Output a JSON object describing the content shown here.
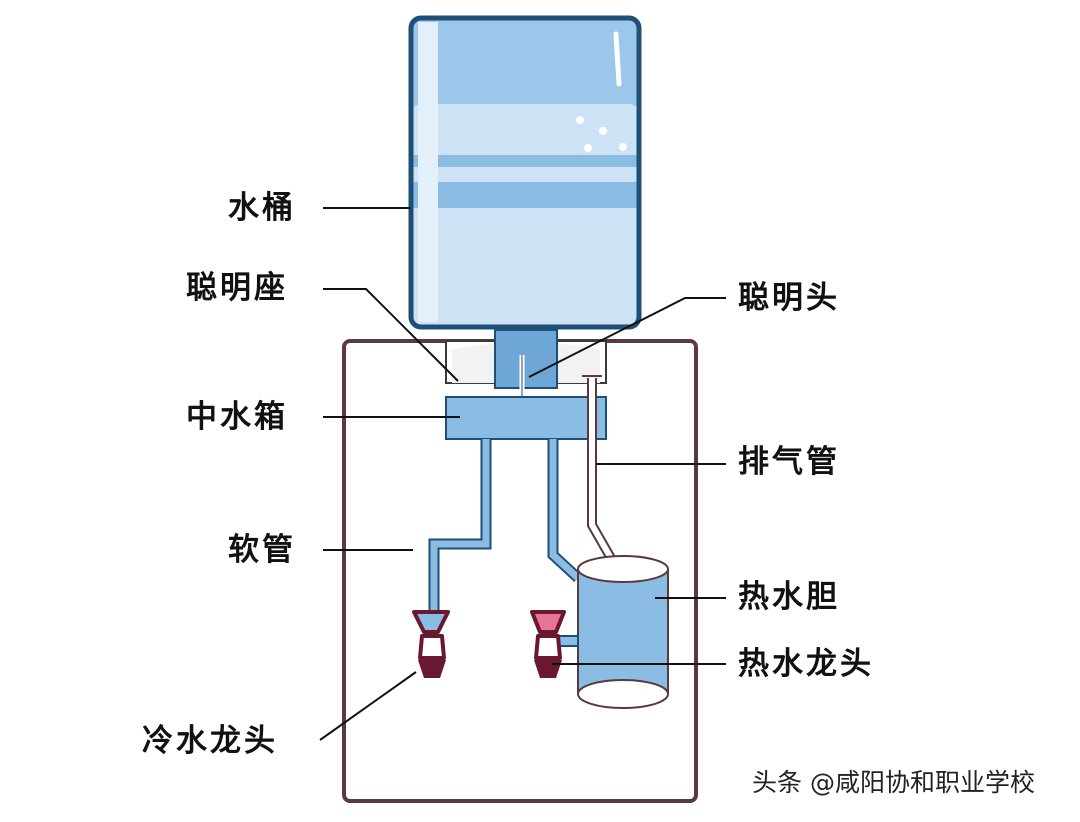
{
  "labels": {
    "bucket": "水桶",
    "smart_seat": "聪明座",
    "smart_head": "聪明头",
    "middle_tank": "中水箱",
    "vent_pipe": "排气管",
    "hose": "软管",
    "hot_tank": "热水胆",
    "hot_tap": "热水龙头",
    "cold_tap": "冷水龙头"
  },
  "watermark": "头条 @咸阳协和职业学校",
  "colors": {
    "outline": "#1d4f77",
    "water": "#cde2f4",
    "water_mid": "#aecfec",
    "water_dark": "#8bbce4",
    "bucket_band": "#7fb2de",
    "case_outline": "#5a3a3e",
    "tap": "#6a1830",
    "tap_top": "#e87496",
    "tap_top_cold": "#8bbce4",
    "leader": "#111111"
  }
}
